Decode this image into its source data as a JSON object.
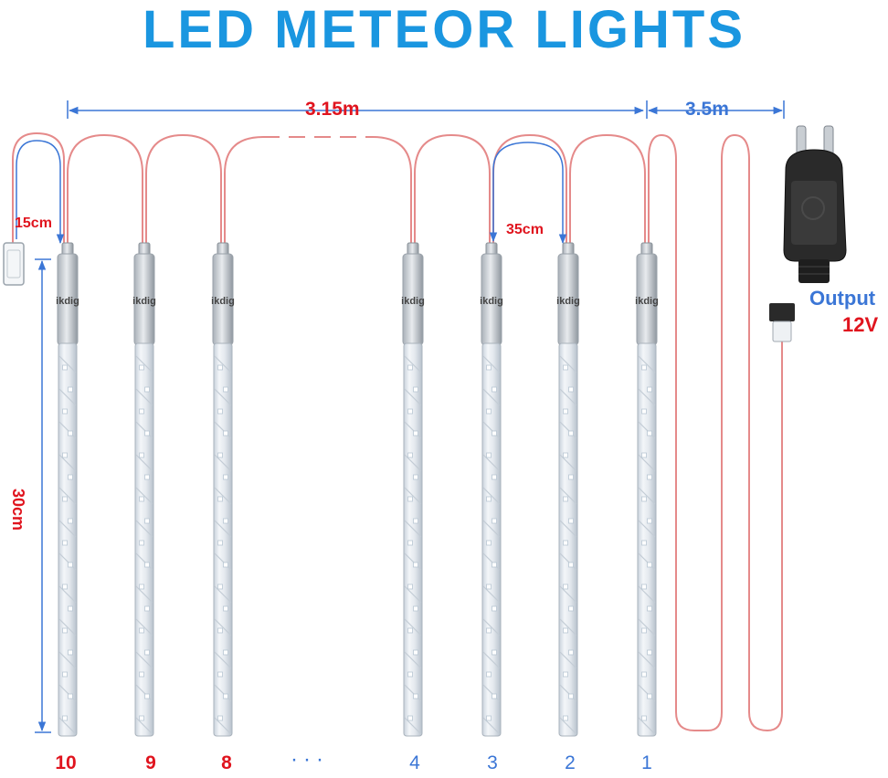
{
  "title": "LED METEOR LIGHTS",
  "dimensions": {
    "main_length": "3.15m",
    "cord_length": "3.5m",
    "end_gap": "15cm",
    "tube_spacing": "35cm",
    "tube_length": "30cm"
  },
  "adapter": {
    "output_label": "Output",
    "voltage": "12V"
  },
  "tube_label_text": "ikdig",
  "tube_numbers": [
    "10",
    "9",
    "8",
    "4",
    "3",
    "2",
    "1"
  ],
  "ellipsis": "···",
  "colors": {
    "title": "#1a96e0",
    "red_label": "#e0141e",
    "blue_label": "#3b76d6",
    "wire": "#e58a8a",
    "dimension_line": "#3b76d6",
    "adapter": "#2a2a2a"
  }
}
